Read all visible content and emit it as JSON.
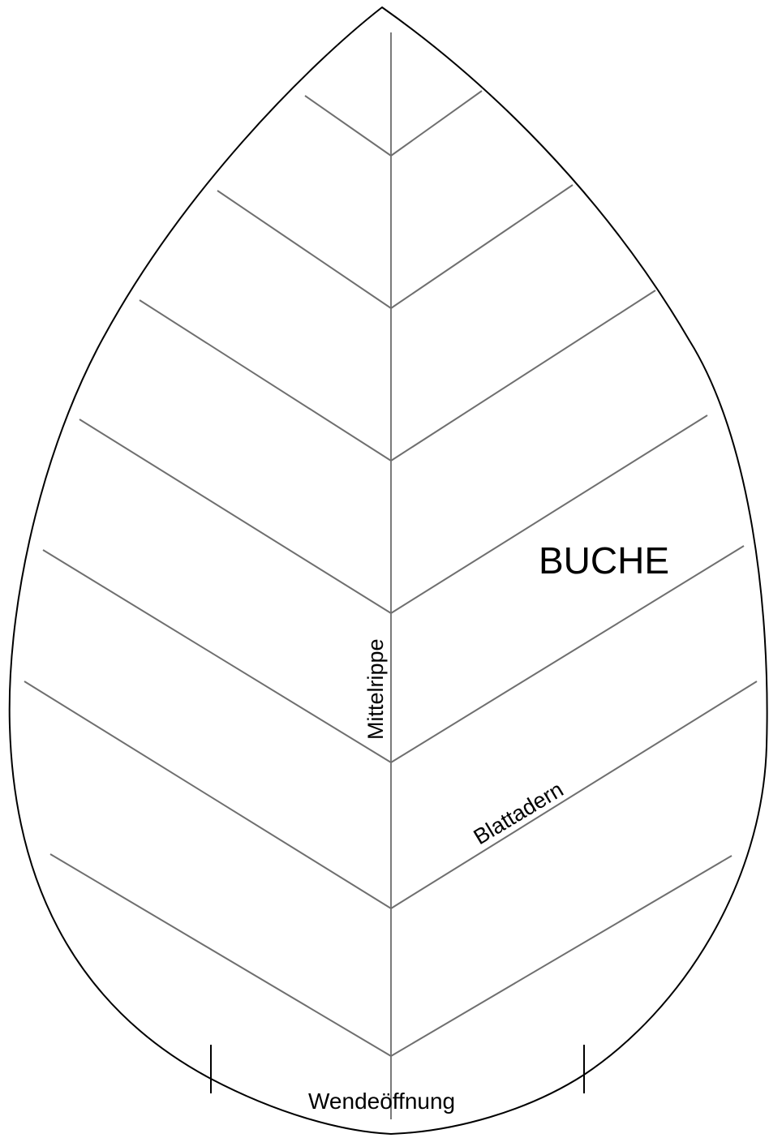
{
  "diagram": {
    "leaf_name": "BUCHE",
    "labels": {
      "midrib": "Mittelrippe",
      "veins": "Blattadern",
      "turning_opening": "Wendeöffnung"
    },
    "colors": {
      "outline": "#000000",
      "veins": "#6f6f6f",
      "background": "#ffffff"
    }
  }
}
